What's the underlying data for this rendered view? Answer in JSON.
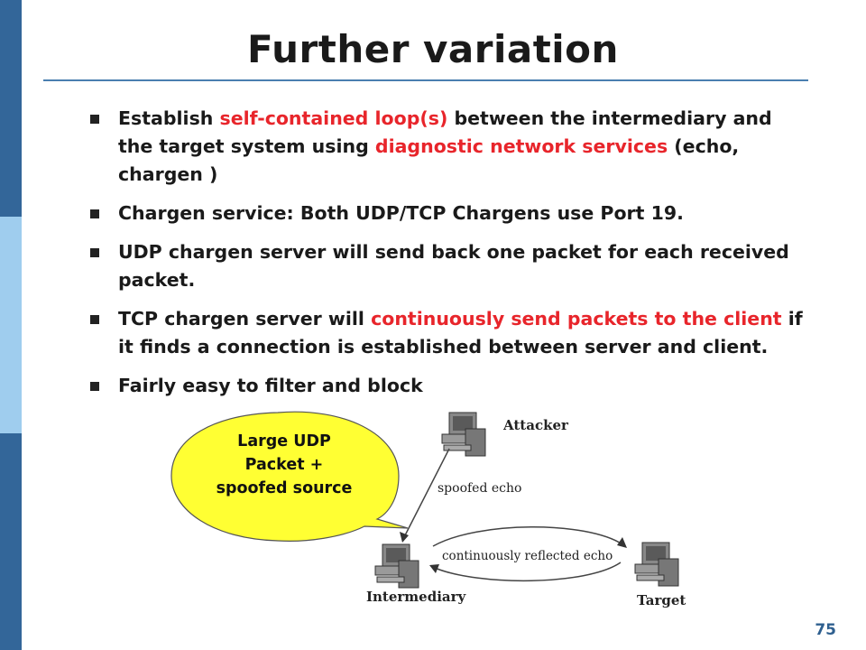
{
  "slide": {
    "title": "Further variation",
    "page_number": "75"
  },
  "bullets": [
    [
      {
        "text": "Establish ",
        "red": false
      },
      {
        "text": "self-contained loop(s)",
        "red": true
      },
      {
        "text": " between the intermediary and the target system  using ",
        "red": false
      },
      {
        "text": "diagnostic network services",
        "red": true
      },
      {
        "text": " (echo, chargen )",
        "red": false
      }
    ],
    [
      {
        "text": "Chargen service: Both UDP/TCP Chargens use Port 19.",
        "red": false
      }
    ],
    [
      {
        "text": "UDP chargen server will send back one packet for each received packet.",
        "red": false
      }
    ],
    [
      {
        "text": "TCP chargen server will ",
        "red": false
      },
      {
        "text": "continuously send packets to the client",
        "red": true
      },
      {
        "text": " if it finds a connection is established between server and client.",
        "red": false
      }
    ],
    [
      {
        "text": "Fairly easy to filter and block",
        "red": false
      }
    ]
  ],
  "diagram": {
    "callout_lines": [
      "Large UDP",
      "Packet  +",
      "spoofed source"
    ],
    "attacker_label": "Attacker",
    "spoofed_echo_label": "spoofed echo",
    "reflected_label": "continuously reflected echo",
    "intermediary_label": "Intermediary",
    "target_label": "Target"
  },
  "colors": {
    "accent_red": "#e8252b",
    "sidebar_blue": "#336699",
    "sidebar_light": "#9fcdee",
    "callout_yellow": "#ffff33"
  }
}
